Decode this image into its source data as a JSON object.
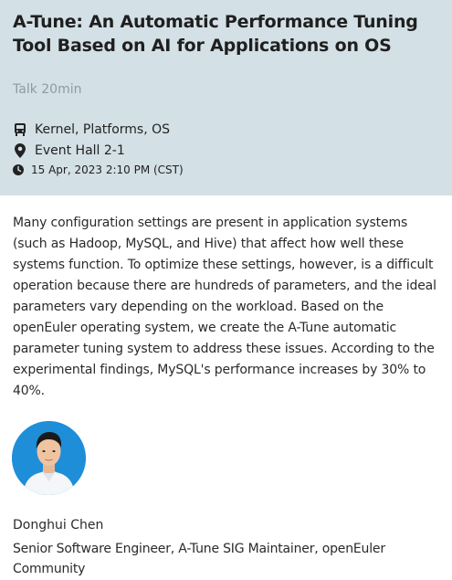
{
  "session": {
    "title": "A-Tune: An Automatic Performance Tuning Tool Based on AI for Applications on OS",
    "type": "Talk 20min",
    "track": "Kernel, Platforms, OS",
    "location": "Event Hall 2-1",
    "datetime": "15 Apr, 2023 2:10 PM (CST)",
    "description": "Many configuration settings are present in application systems (such as Hadoop, MySQL, and Hive) that affect how well these systems function. To optimize these settings, however, is a difficult operation because there are hundreds of parameters, and the ideal parameters vary depending on the workload. Based on the openEuler operating system, we create the A-Tune automatic parameter tuning system to address these issues. According to the experimental findings, MySQL's performance increases by 30% to 40%."
  },
  "speaker": {
    "name": "Donghui Chen",
    "role": "Senior Software Engineer, A-Tune SIG Maintainer, openEuler Community"
  },
  "icons": {
    "track": "bus-icon",
    "location": "map-pin-icon",
    "time": "clock-icon"
  },
  "colors": {
    "header_bg": "#d3e0e6",
    "avatar_bg": "#1e8ed8"
  }
}
